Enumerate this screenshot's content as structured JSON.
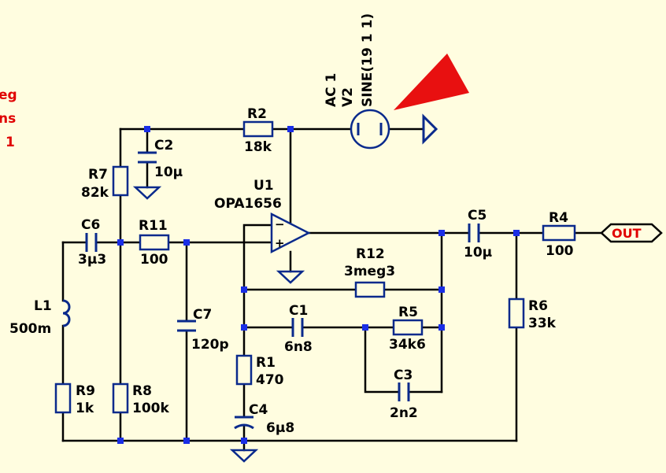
{
  "directives": {
    "line1": "eg",
    "line2": "ns",
    "line3": "1"
  },
  "components": {
    "R2": {
      "ref": "R2",
      "value": "18k"
    },
    "C2": {
      "ref": "C2",
      "value": "10µ"
    },
    "R7": {
      "ref": "R7",
      "value": "82k"
    },
    "C6": {
      "ref": "C6",
      "value": "3µ3"
    },
    "R11": {
      "ref": "R11",
      "value": "100"
    },
    "L1": {
      "ref": "L1",
      "value": "500m"
    },
    "R9": {
      "ref": "R9",
      "value": "1k"
    },
    "R8": {
      "ref": "R8",
      "value": "100k"
    },
    "C7": {
      "ref": "C7",
      "value": "120p"
    },
    "U1": {
      "ref": "U1",
      "value": "OPA1656"
    },
    "R12": {
      "ref": "R12",
      "value": "3meg3"
    },
    "C1": {
      "ref": "C1",
      "value": "6n8"
    },
    "R5": {
      "ref": "R5",
      "value": "34k6"
    },
    "C3": {
      "ref": "C3",
      "value": "2n2"
    },
    "R1": {
      "ref": "R1",
      "value": "470"
    },
    "C4": {
      "ref": "C4",
      "value": "6µ8"
    },
    "C5": {
      "ref": "C5",
      "value": "10µ"
    },
    "R4": {
      "ref": "R4",
      "value": "100"
    },
    "R6": {
      "ref": "R6",
      "value": "33k"
    },
    "V2": {
      "ref": "V2",
      "ac": "AC 1",
      "source": "SINE(19 1 1)"
    }
  },
  "out_label": "OUT",
  "colors": {
    "background": "#fffde0",
    "wire": "#000000",
    "component": "#0a2a8c",
    "junction": "#1a2ee6",
    "flag": "#e00000"
  }
}
